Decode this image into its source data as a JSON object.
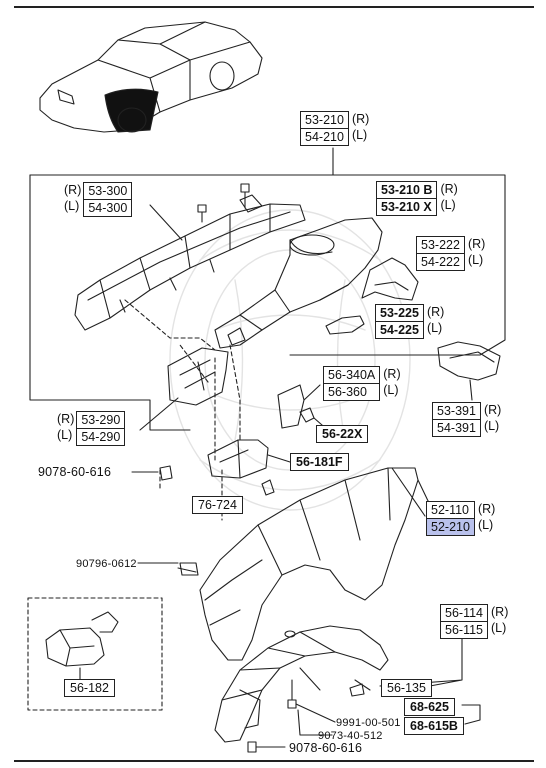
{
  "diagram": {
    "labels": {
      "l_53_210": [
        "53-210",
        "54-210"
      ],
      "l_53_210_sides": [
        "(R)",
        "(L)"
      ],
      "l_53_300": [
        "53-300",
        "54-300"
      ],
      "l_53_300_sides": [
        "(R)",
        "(L)"
      ],
      "l_53_210b": [
        "53-210 B",
        "53-210 X"
      ],
      "l_53_210b_sides": [
        "(R)",
        "(L)"
      ],
      "l_53_222": [
        "53-222",
        "54-222"
      ],
      "l_53_222_sides": [
        "(R)",
        "(L)"
      ],
      "l_53_225": [
        "53-225",
        "54-225"
      ],
      "l_53_225_sides": [
        "(R)",
        "(L)"
      ],
      "l_56_340a": [
        "56-340A",
        "56-360"
      ],
      "l_56_340a_sides": [
        "(R)",
        "(L)"
      ],
      "l_56_22x": "56-22X",
      "l_53_391": [
        "53-391",
        "54-391"
      ],
      "l_53_391_sides": [
        "(R)",
        "(L)"
      ],
      "l_53_290": [
        "53-290",
        "54-290"
      ],
      "l_53_290_sides": [
        "(R)",
        "(L)"
      ],
      "l_56_181f": "56-181F",
      "l_9078_top": "9078-60-616",
      "l_76_724": "76-724",
      "l_52_110": [
        "52-110",
        "52-210"
      ],
      "l_52_110_sides": [
        "(R)",
        "(L)"
      ],
      "l_90796": "90796-0612",
      "l_56_114": [
        "56-114",
        "56-115"
      ],
      "l_56_114_sides": [
        "(R)",
        "(L)"
      ],
      "l_56_182": "56-182",
      "l_56_135": "56-135",
      "l_68_625": "68-625",
      "l_68_615b": "68-615B",
      "l_9991": "9991-00-501",
      "l_9073": "9073-40-512",
      "l_9078_bot": "9078-60-616"
    },
    "highlight_color": "#b9c1ec"
  }
}
